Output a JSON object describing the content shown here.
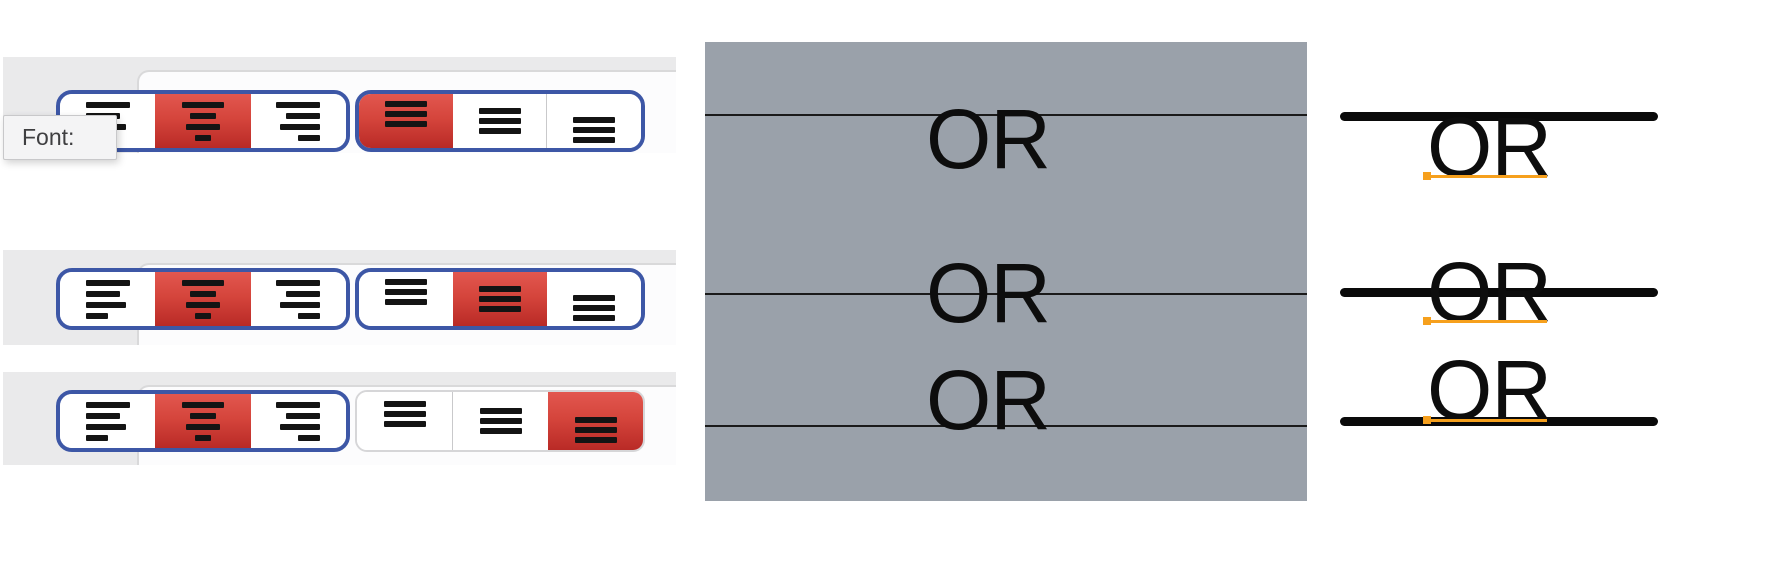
{
  "tooltip": {
    "label": "Font:"
  },
  "colors": {
    "selected_red_top": "#e2574f",
    "selected_red_bottom": "#b92a26",
    "group_border_blue": "#3d57a6",
    "canvas_gray": "#9aa1aa",
    "baseline_orange": "#f6a01d"
  },
  "alignment_rows": [
    {
      "id": "row-1",
      "horizontal_group": {
        "selected": "center",
        "buttons": [
          {
            "icon": "align-left-icon",
            "selected": false
          },
          {
            "icon": "align-center-icon",
            "selected": true
          },
          {
            "icon": "align-right-icon",
            "selected": false
          }
        ]
      },
      "vertical_group": {
        "selected": "top",
        "framed": true,
        "buttons": [
          {
            "icon": "position-top-icon",
            "selected": true
          },
          {
            "icon": "position-middle-icon",
            "selected": false
          },
          {
            "icon": "position-bottom-icon",
            "selected": false
          }
        ]
      }
    },
    {
      "id": "row-2",
      "horizontal_group": {
        "selected": "center",
        "buttons": [
          {
            "icon": "align-left-icon",
            "selected": false
          },
          {
            "icon": "align-center-icon",
            "selected": true
          },
          {
            "icon": "align-right-icon",
            "selected": false
          }
        ]
      },
      "vertical_group": {
        "selected": "middle",
        "framed": true,
        "buttons": [
          {
            "icon": "position-top-icon",
            "selected": false
          },
          {
            "icon": "position-middle-icon",
            "selected": true
          },
          {
            "icon": "position-bottom-icon",
            "selected": false
          }
        ]
      }
    },
    {
      "id": "row-3",
      "horizontal_group": {
        "selected": "center",
        "buttons": [
          {
            "icon": "align-left-icon",
            "selected": false
          },
          {
            "icon": "align-center-icon",
            "selected": true
          },
          {
            "icon": "align-right-icon",
            "selected": false
          }
        ]
      },
      "vertical_group": {
        "selected": "bottom",
        "framed": false,
        "buttons": [
          {
            "icon": "position-top-icon",
            "selected": false
          },
          {
            "icon": "position-middle-icon",
            "selected": false
          },
          {
            "icon": "position-bottom-icon",
            "selected": true
          }
        ]
      }
    }
  ],
  "canvas_panel": {
    "labels": [
      {
        "text": "OR",
        "line_relation": "text-below-line"
      },
      {
        "text": "OR",
        "line_relation": "text-centered-on-line"
      },
      {
        "text": "OR",
        "line_relation": "text-above-line"
      }
    ]
  },
  "preview_panel": {
    "labels": [
      {
        "text": "OR",
        "line_relation": "text-below-line"
      },
      {
        "text": "OR",
        "line_relation": "text-centered-on-line"
      },
      {
        "text": "OR",
        "line_relation": "text-above-line"
      }
    ]
  }
}
